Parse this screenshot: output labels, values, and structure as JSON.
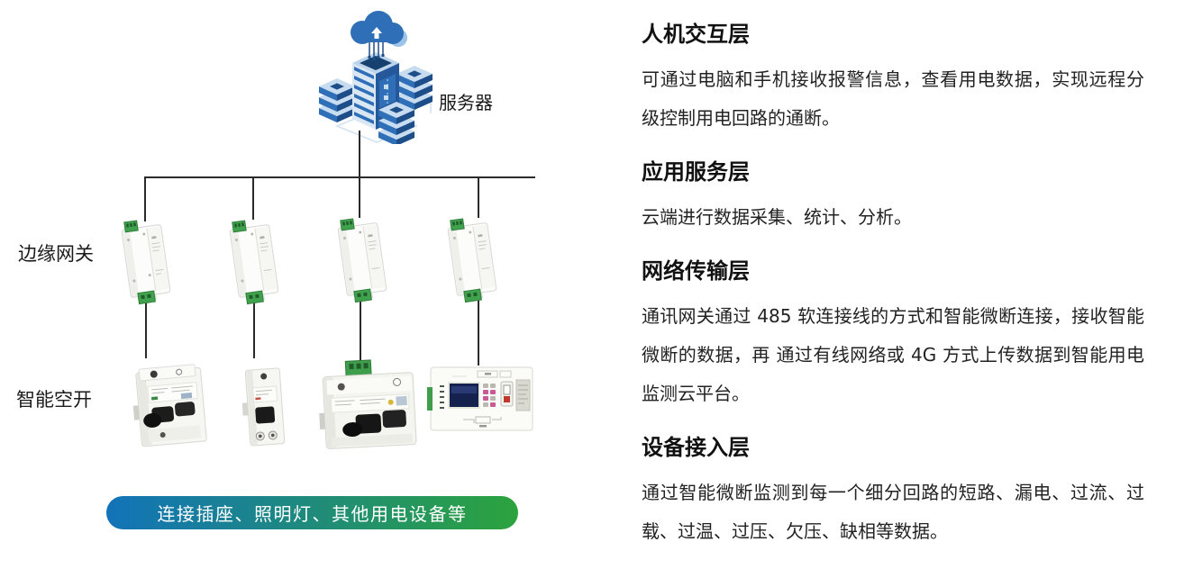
{
  "diagram": {
    "server_label": "服务器",
    "gateway_label": "边缘网关",
    "breaker_label": "智能空开",
    "banner_text": "连接插座、照明灯、其他用电设备等",
    "colors": {
      "line": "#2b2b2b",
      "banner_gradient_start": "#1273b9",
      "banner_gradient_end": "#2ca33d",
      "banner_text": "#ffffff",
      "server_blue_dark": "#1d4e89",
      "server_blue_mid": "#2e6fb7",
      "server_blue_light": "#c7dcf0",
      "terminal_green": "#3f9e4c"
    },
    "icons": {
      "server": "cloud-server-icon",
      "gateway": "din-rail-gateway-icon",
      "breaker_2pole": "circuit-breaker-2pole-icon",
      "breaker_1pole": "circuit-breaker-1pole-icon",
      "breaker_large": "circuit-breaker-large-icon",
      "monitor": "power-monitor-device-icon"
    }
  },
  "sections": [
    {
      "heading": "人机交互层",
      "body": "可通过电脑和手机接收报警信息，查看用电数据，实现远程分级控制用电回路的通断。"
    },
    {
      "heading": "应用服务层",
      "body": "云端进行数据采集、统计、分析。"
    },
    {
      "heading": "网络传输层",
      "body": "通讯网关通过 485 软连接线的方式和智能微断连接，接收智能微断的数据，再 通过有线网络或 4G 方式上传数据到智能用电监测云平台。"
    },
    {
      "heading": "设备接入层",
      "body": "通过智能微断监测到每一个细分回路的短路、漏电、过流、过载、过温、过压、欠压、缺相等数据。"
    }
  ]
}
